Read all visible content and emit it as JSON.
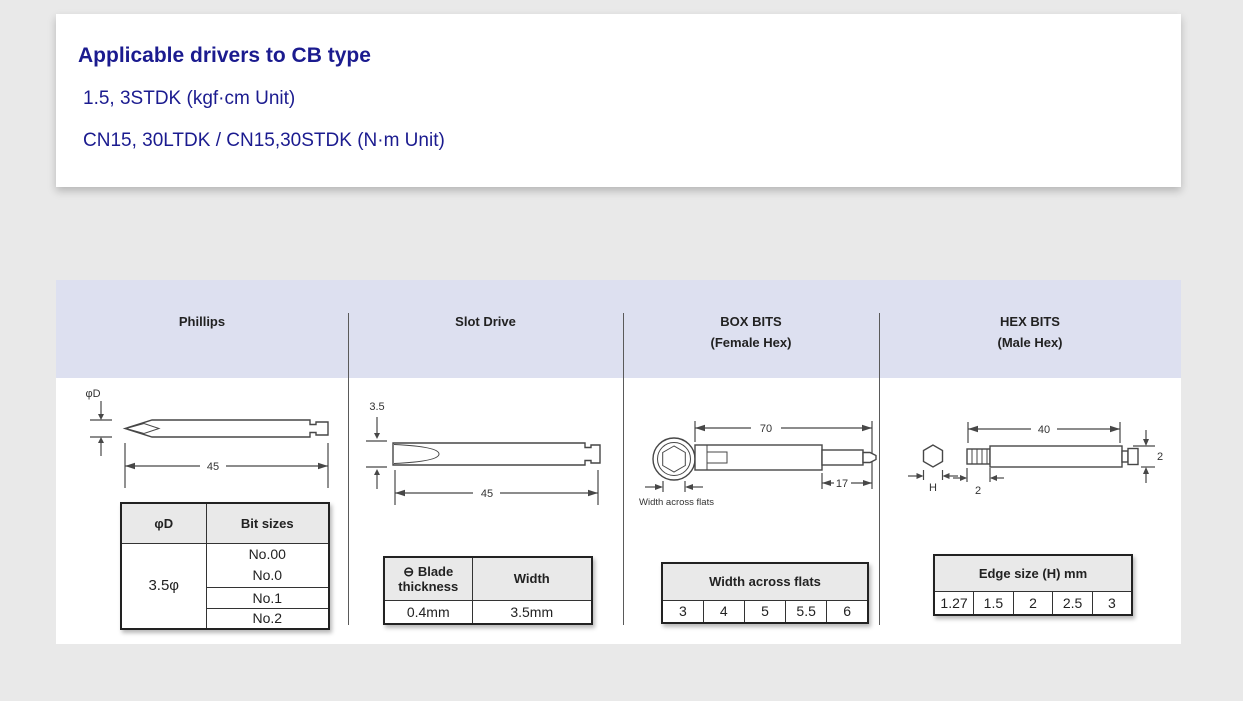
{
  "card": {
    "title": "Applicable drivers to CB type",
    "line1": "1.5, 3STDK (kgf·cm Unit)",
    "line2": "CN15, 30LTDK / CN15,30STDK (N·m Unit)"
  },
  "columns": {
    "phillips": {
      "title": "Phillips"
    },
    "slot": {
      "title": "Slot Drive"
    },
    "box": {
      "title": "BOX BITS",
      "subtitle": "(Female Hex)"
    },
    "hex": {
      "title": "HEX BITS",
      "subtitle": "(Male Hex)"
    }
  },
  "colors": {
    "title_blue": "#1b1b8f",
    "panel_header_band": "#dde0f0",
    "table_header_gray": "#e9e9e9",
    "page_background": "#e9e9e9"
  },
  "phillips": {
    "diagram": {
      "dia_label": "φD",
      "length": "45"
    },
    "table": {
      "header_dia": "φD",
      "header_sizes": "Bit sizes",
      "dia_value": "3.5φ",
      "size_1a": "No.00",
      "size_1b": "No.0",
      "size_2": "No.1",
      "size_3": "No.2"
    }
  },
  "slot": {
    "diagram": {
      "thickness": "3.5",
      "length": "45"
    },
    "table": {
      "icon": "⊖",
      "header_thickness_1": "Blade",
      "header_thickness_2": "thickness",
      "header_width": "Width",
      "thickness_value": "0.4mm",
      "width_value": "3.5mm"
    }
  },
  "box": {
    "diagram": {
      "length": "70",
      "tip_length": "17",
      "flats_label": "Width across flats"
    },
    "table": {
      "header": "Width across flats",
      "values": [
        "3",
        "4",
        "5",
        "5.5",
        "6"
      ]
    }
  },
  "hex": {
    "diagram": {
      "length": "40",
      "tip_length": "2",
      "dia": "2",
      "edge_label": "H"
    },
    "table": {
      "header": "Edge size (H) mm",
      "values": [
        "1.27",
        "1.5",
        "2",
        "2.5",
        "3"
      ]
    }
  }
}
